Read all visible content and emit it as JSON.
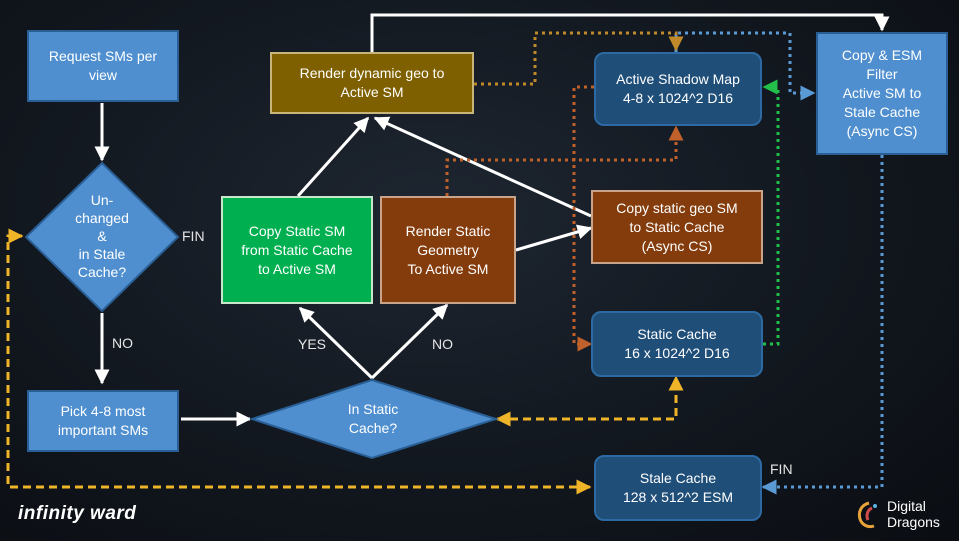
{
  "nodes": {
    "request_sms": "Request SMs per\nview",
    "unchanged": "Un-\nchanged\n&\nin Stale\nCache?",
    "pick_sms": "Pick 4-8 most\nimportant SMs",
    "in_static": "In Static\nCache?",
    "copy_static": "Copy Static SM\nfrom Static Cache\nto Active SM",
    "render_static": "Render Static\nGeometry\nTo Active SM",
    "render_dynamic": "Render dynamic geo to\nActive SM",
    "active_shadow": "Active Shadow Map\n4-8 x 1024^2 D16",
    "copy_geo": "Copy static geo SM\nto Static Cache\n(Async CS)",
    "static_cache": "Static Cache\n16 x 1024^2 D16",
    "stale_cache": "Stale Cache\n128 x 512^2 ESM",
    "copy_esm": "Copy & ESM\nFilter\nActive SM to\nStale Cache\n(Async CS)"
  },
  "labels": {
    "fin_left": "FIN",
    "no_left": "NO",
    "yes": "YES",
    "no_mid": "NO",
    "fin_right": "FIN"
  },
  "logos": {
    "infinity_ward": "infinity ward",
    "digital_dragons": "Digital\nDragons"
  },
  "colors": {
    "light_blue": "#4f8fcf",
    "navy": "#1f4e79",
    "olive": "#7f6000",
    "green": "#00b050",
    "rust": "#843c0c",
    "yellow_dashed": "#f0b428",
    "blue_dotted": "#5b9bd5",
    "green_dotted": "#22c04a",
    "orange_dotted": "#c0602a",
    "tan_dotted": "#c08a2a"
  }
}
